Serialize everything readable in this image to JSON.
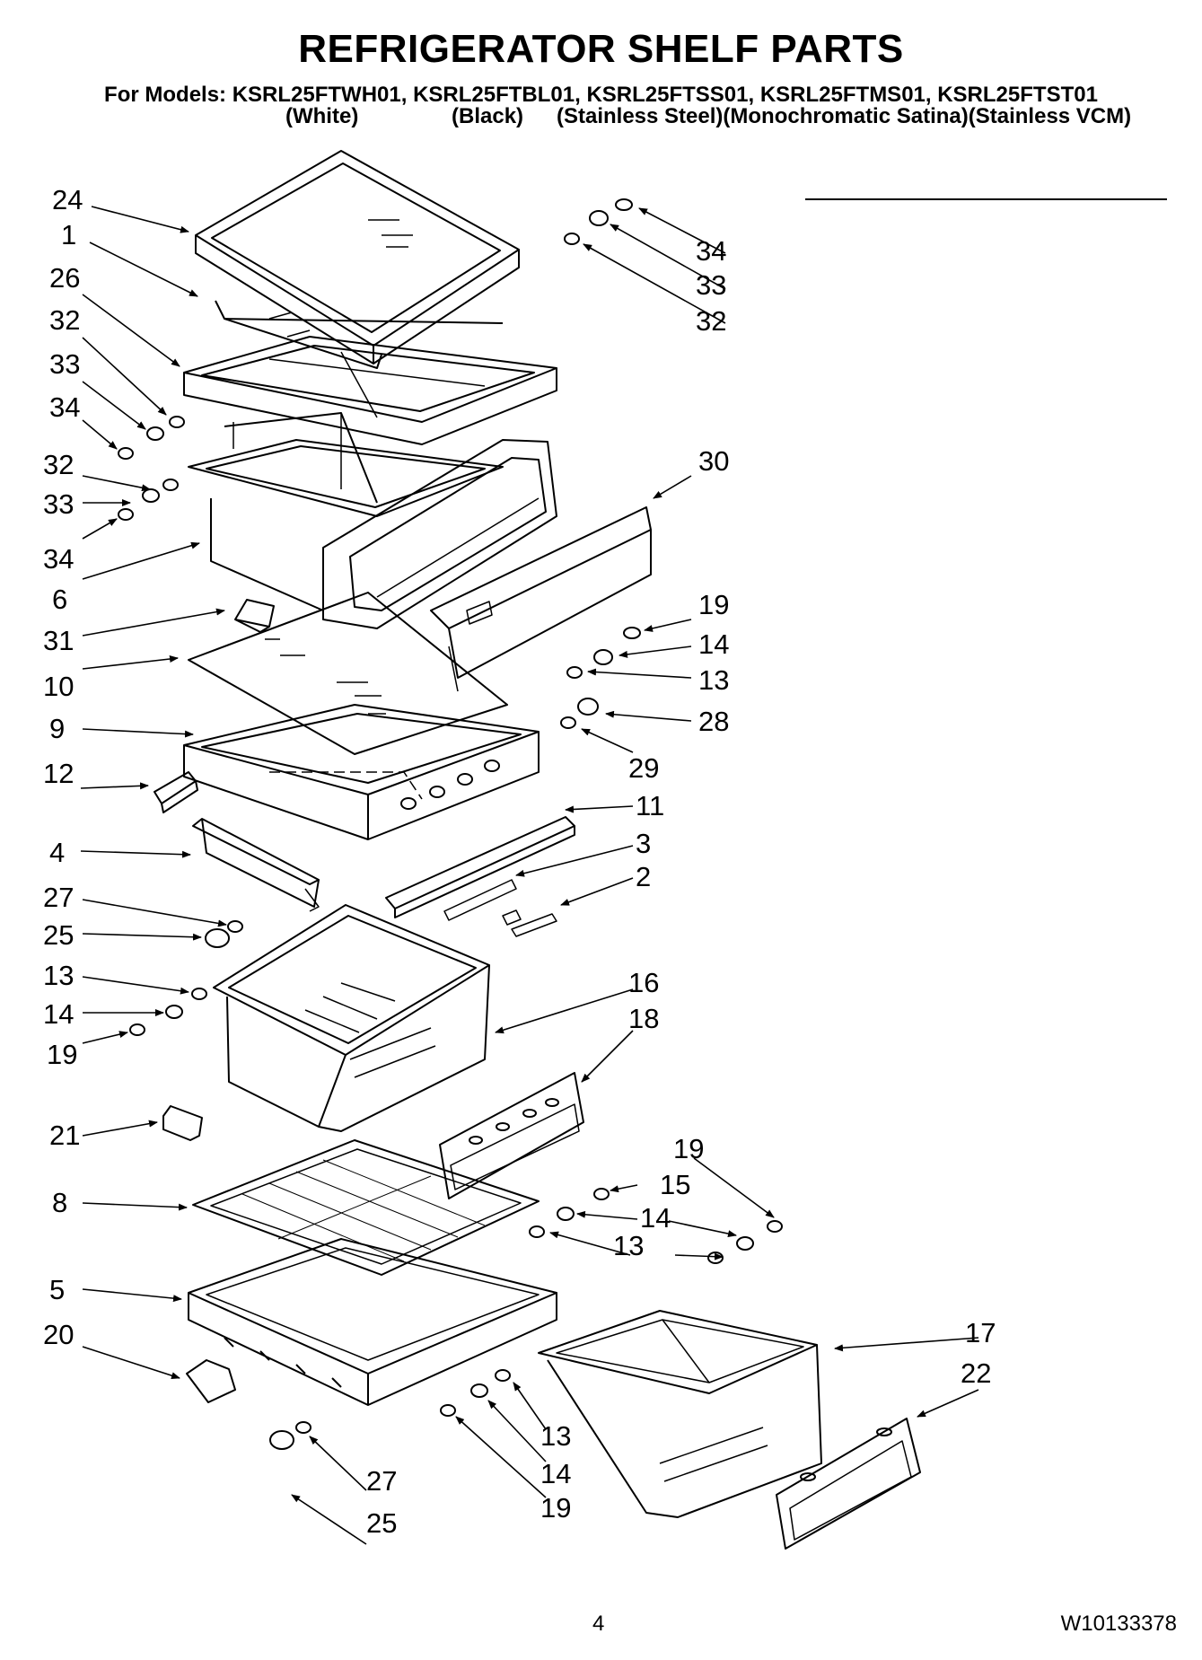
{
  "header": {
    "title": "REFRIGERATOR SHELF PARTS",
    "models_line": "For Models: KSRL25FTWH01, KSRL25FTBL01, KSRL25FTSS01, KSRL25FTMS01, KSRL25FTST01",
    "variants": [
      "(White)",
      "(Black)",
      "(Stainless Steel)(Monochromatic Satina)(Stainless VCM)"
    ]
  },
  "callouts": [
    "24",
    "1",
    "26",
    "32",
    "33",
    "34",
    "32",
    "33",
    "34",
    "6",
    "31",
    "10",
    "9",
    "12",
    "4",
    "27",
    "25",
    "13",
    "14",
    "19",
    "21",
    "8",
    "5",
    "20",
    "25",
    "27",
    "34",
    "33",
    "32",
    "30",
    "19",
    "14",
    "13",
    "28",
    "29",
    "11",
    "3",
    "2",
    "16",
    "18",
    "19",
    "15",
    "14",
    "13",
    "17",
    "22",
    "13",
    "14",
    "19"
  ],
  "footer": {
    "page_number": "4",
    "document_number": "W10133378"
  }
}
